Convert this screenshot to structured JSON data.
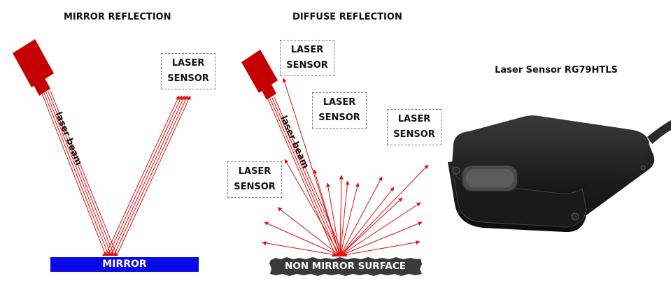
{
  "titles": {
    "mirror": "MIRROR REFLECTION",
    "diffuse": "DIFFUSE REFLECTION",
    "product": "Laser Sensor RG79HTLS"
  },
  "mirror_panel": {
    "sensor_box": {
      "line1": "LASER",
      "line2": "SENSOR"
    },
    "beam_label": "laser beam",
    "surface_label": "MIRROR"
  },
  "diffuse_panel": {
    "sensor_boxes": [
      {
        "line1": "LASER",
        "line2": "SENSOR"
      },
      {
        "line1": "LASER",
        "line2": "SENSOR"
      },
      {
        "line1": "LASER",
        "line2": "SENSOR"
      },
      {
        "line1": "LASER",
        "line2": "SENSOR"
      }
    ],
    "beam_label": "laser beam",
    "surface_label": "NON MIRROR SURFACE"
  },
  "colors": {
    "laser_body": "#c40000",
    "beam": "#e01010",
    "mirror": "#0a0ae6",
    "surface": "#3a3a3a",
    "device": "#1c1c1c"
  },
  "icons": {
    "device": "laser-sensor-device"
  }
}
